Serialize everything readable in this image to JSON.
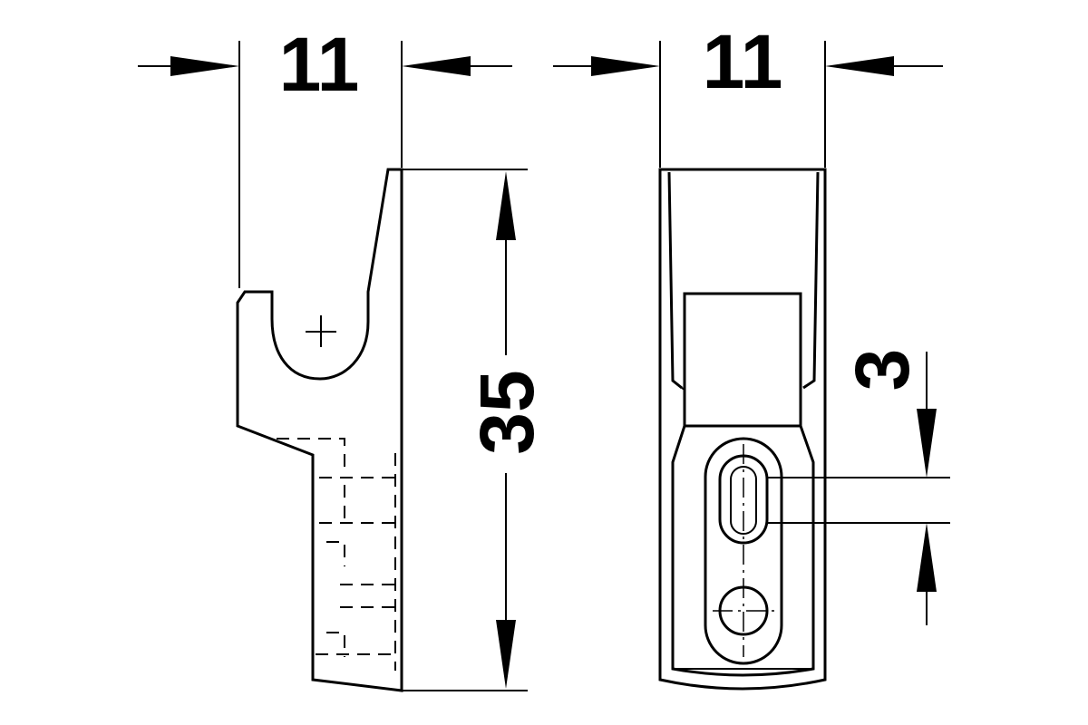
{
  "dimensions": {
    "side_width": "11",
    "front_width": "11",
    "height": "35",
    "slot": "3"
  },
  "colors": {
    "stroke": "#000000",
    "background": "#ffffff"
  }
}
